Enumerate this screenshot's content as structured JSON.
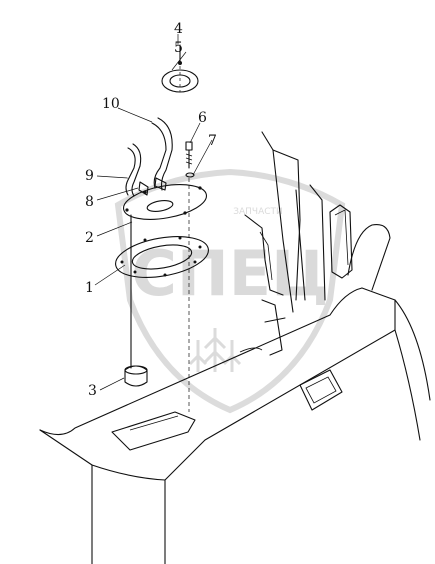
{
  "labels": {
    "l1": "1",
    "l2": "2",
    "l3": "3",
    "l4": "4",
    "l5": "5",
    "l6": "6",
    "l7": "7",
    "l8": "8",
    "l9": "9",
    "l10": "10"
  },
  "watermark": {
    "brand": "СПЕЦ",
    "small_text": "ЗАПЧАСТИ"
  }
}
